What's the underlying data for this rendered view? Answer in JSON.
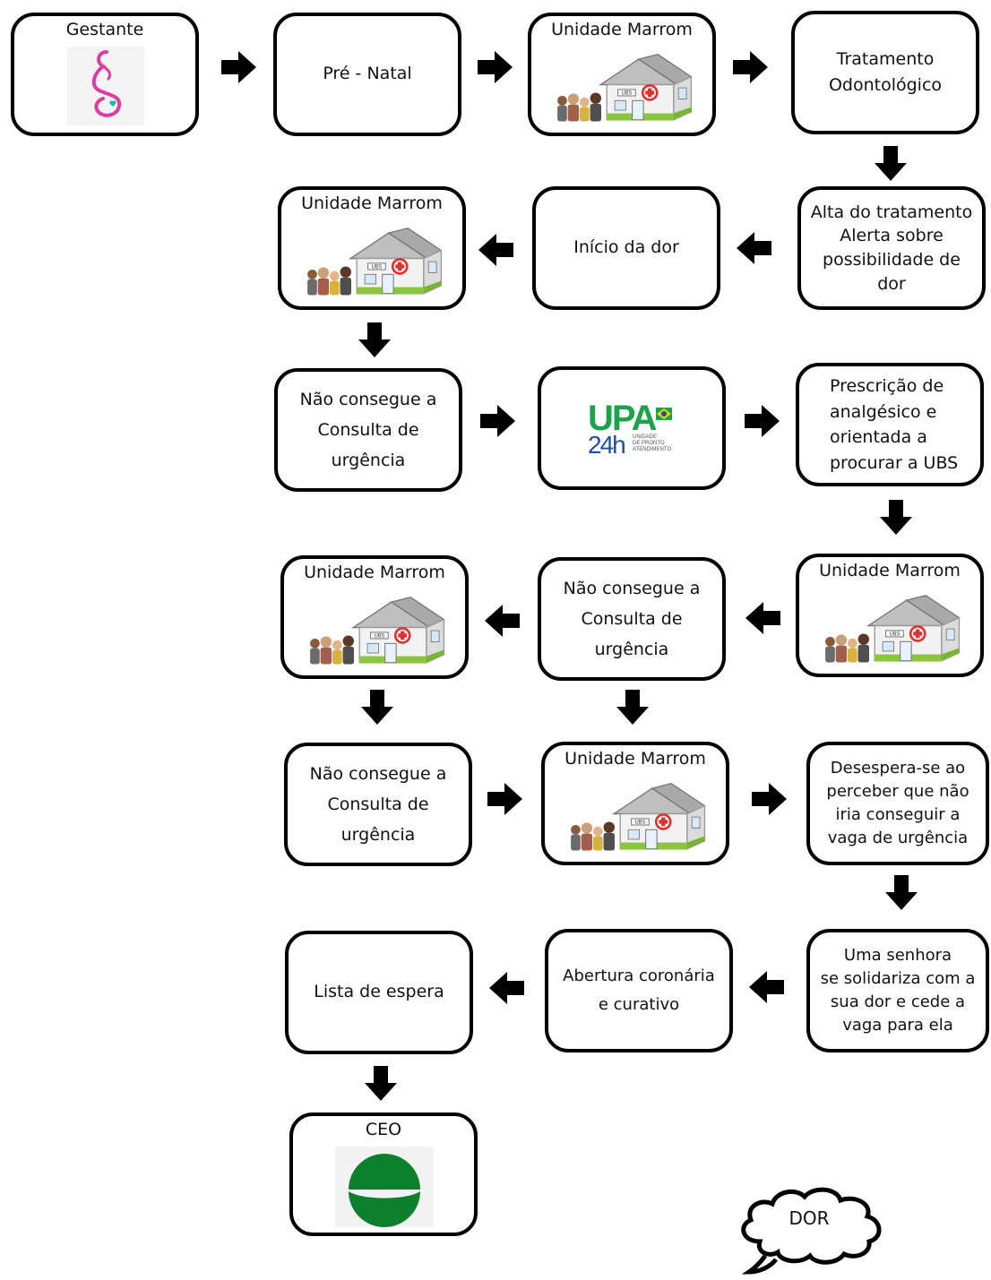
{
  "nodes": {
    "gestante": {
      "title": "Gestante",
      "image": "pregnant-woman-icon"
    },
    "prenatal": {
      "label": "Pré - Natal"
    },
    "unidade1": {
      "title": "Unidade Marrom",
      "image": "ubs-building-icon"
    },
    "tratamento": {
      "label": "Tratamento\nOdontológico"
    },
    "alta": {
      "label": "Alta do tratamento\nAlerta sobre\npossibilidade de\ndor"
    },
    "inicio_dor": {
      "label": "Início da dor"
    },
    "unidade2": {
      "title": "Unidade Marrom",
      "image": "ubs-building-icon"
    },
    "nao_consegue1": {
      "label": "Não consegue a\nConsulta de\nurgência"
    },
    "upa": {
      "logo_main": "UPA",
      "logo_24h": "24h",
      "logo_sub": "UNIDADE\nDE PRONTO\nATENDIMENTO"
    },
    "prescricao": {
      "label": "Prescrição de\nanalgésico e\norientada a\nprocurar a UBS"
    },
    "unidade3": {
      "title": "Unidade Marrom",
      "image": "ubs-building-icon"
    },
    "nao_consegue2": {
      "label": "Não consegue a\nConsulta de\nurgência"
    },
    "unidade4": {
      "title": "Unidade Marrom",
      "image": "ubs-building-icon"
    },
    "nao_consegue3": {
      "label": "Não consegue a\nConsulta de\nurgência"
    },
    "unidade5": {
      "title": "Unidade Marrom",
      "image": "ubs-building-icon"
    },
    "desespera": {
      "label": "Desespera-se ao\nperceber que não\niria conseguir a\nvaga de urgência"
    },
    "senhora": {
      "label": "Uma senhora\nse solidariza com a\nsua dor e cede a\nvaga para ela"
    },
    "abertura": {
      "label": "Abertura coronária\ne curativo"
    },
    "lista": {
      "label": "Lista de espera"
    },
    "ceo": {
      "title": "CEO",
      "image": "ceo-logo-icon"
    }
  },
  "cloud": {
    "label": "DOR"
  },
  "colors": {
    "border": "#000000",
    "ubs_green": "#8cc63f",
    "upa_green": "#1aa34a",
    "upa_blue": "#1c4f9c",
    "ceo_green": "#0d7f2d",
    "pregnant_pink": "#d63fa0"
  }
}
